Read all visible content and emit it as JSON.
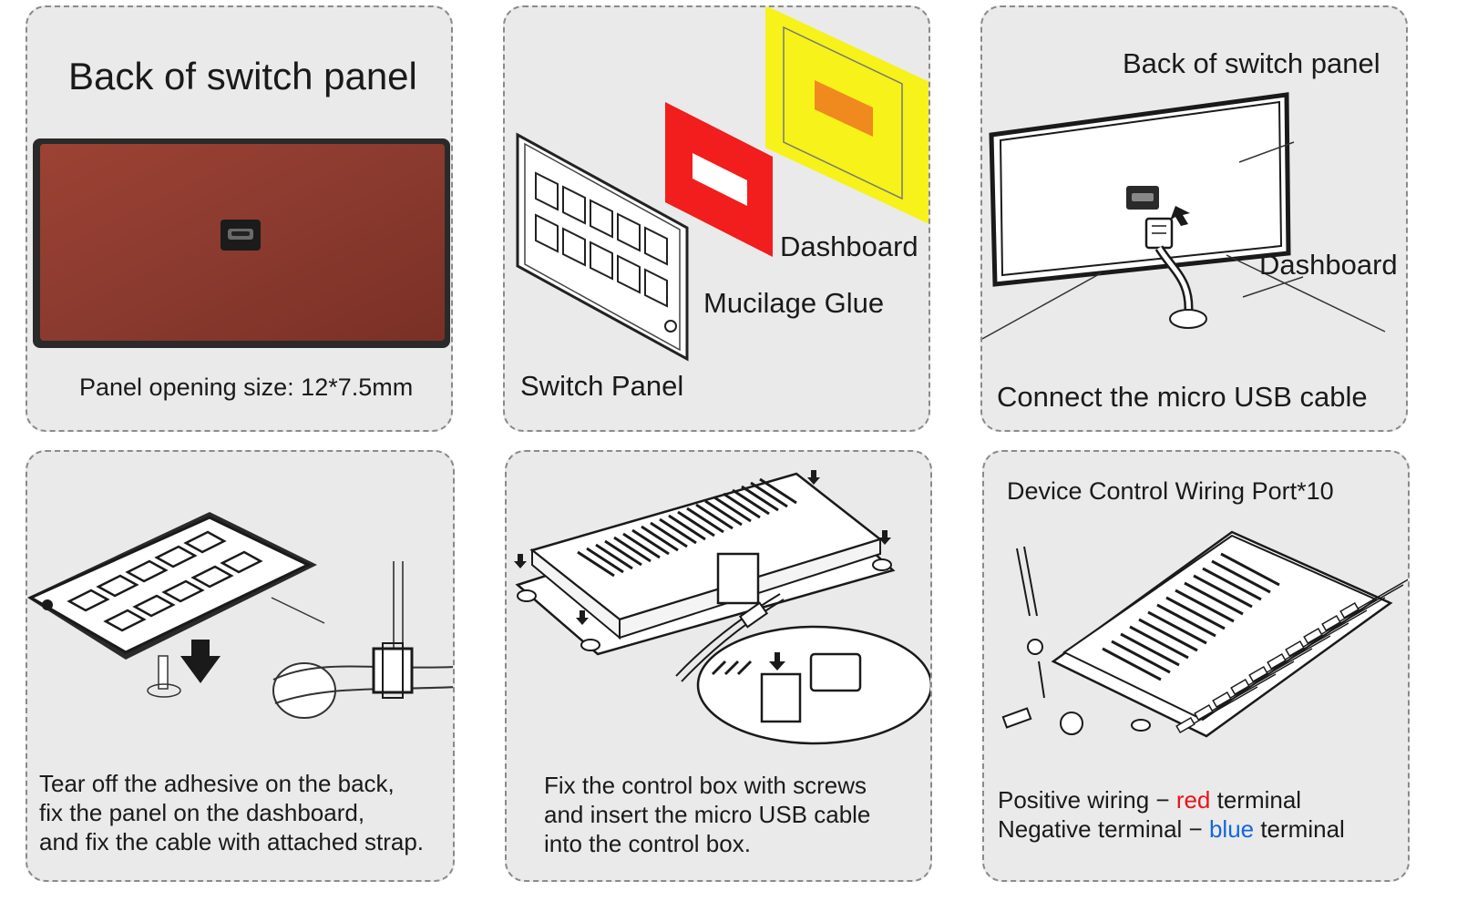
{
  "panels": [
    {
      "title": "Back of switch panel",
      "caption": "Panel opening size: 12*7.5mm"
    },
    {
      "labels": {
        "dashboard": "Dashboard",
        "glue": "Mucilage Glue",
        "switch_panel": "Switch Panel"
      }
    },
    {
      "title": "Back of switch panel",
      "dashboard": "Dashboard",
      "caption": "Connect the micro USB cable"
    },
    {
      "lines": [
        "Tear off the adhesive on the back,",
        "fix the panel on the dashboard,",
        "and fix the cable with attached strap."
      ]
    },
    {
      "lines": [
        "Fix the control box with screws",
        "and insert the micro USB cable",
        "into the control box."
      ]
    },
    {
      "title": "Device Control Wiring Port*10",
      "line1": {
        "prefix": "Positive wiring − ",
        "highlight": "red",
        "suffix": " terminal"
      },
      "line2": {
        "prefix": "Negative terminal − ",
        "highlight": "blue",
        "suffix": " terminal"
      }
    }
  ],
  "colors": {
    "card_bg": "#eaeaea",
    "panel_brown": "#8b3a2f",
    "glue_red": "#f21d1d",
    "dashboard_yellow": "#f6f21a",
    "opening_orange": "#f08a1e",
    "text_red": "#e8141c",
    "text_blue": "#1566e0"
  },
  "icons": [
    "micro-usb-port-icon",
    "down-arrow-icon",
    "switch-key-icon"
  ]
}
